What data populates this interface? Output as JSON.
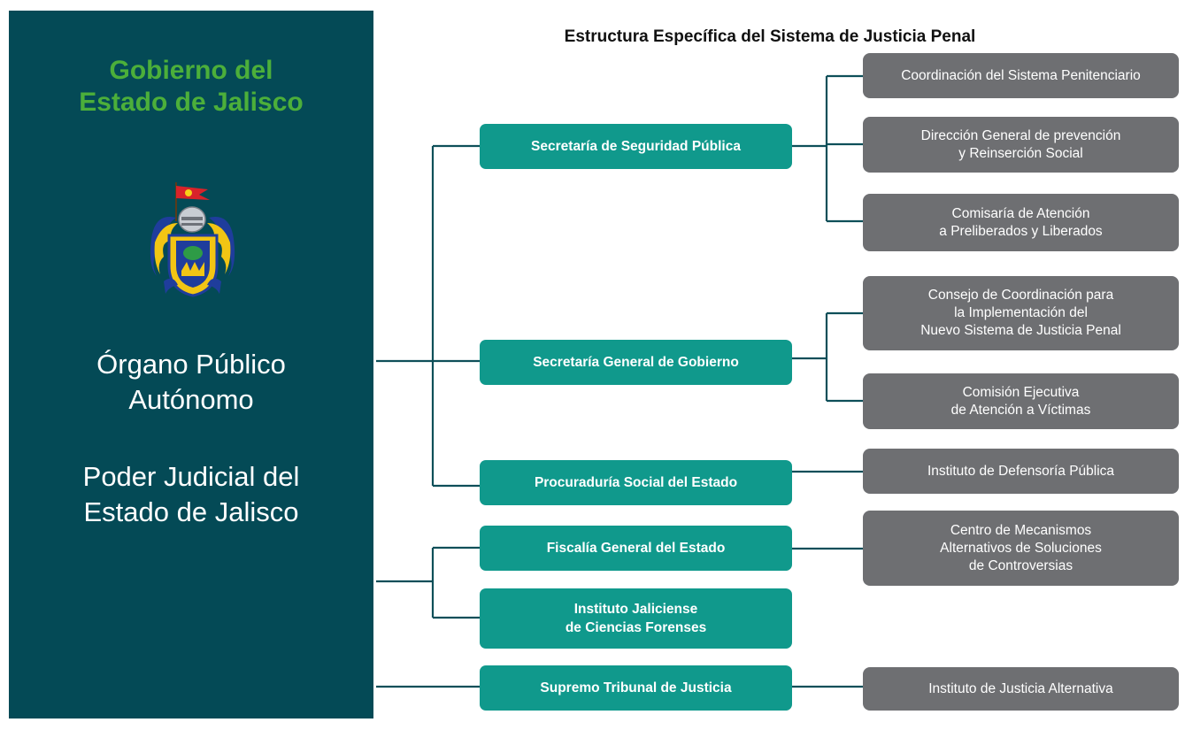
{
  "colors": {
    "panel": "#044a56",
    "govTitle": "#4caf3a",
    "dept": "#10998c",
    "unit": "#6e6f72",
    "line": "#0e4f59"
  },
  "left_panel": {
    "gov_title": [
      "Gobierno del",
      "Estado de Jalisco"
    ],
    "organo": [
      "Órgano Público",
      "Autónomo"
    ],
    "poder": [
      "Poder Judicial del",
      "Estado de Jalisco"
    ],
    "emblem_icon": "jalisco-coat-of-arms-icon"
  },
  "title": "Estructura Específica del Sistema de Justicia Penal",
  "departments": [
    {
      "name": "dept-secretaria-seguridad",
      "lines": [
        "Secretaría de Seguridad Pública"
      ]
    },
    {
      "name": "dept-secretaria-gobierno",
      "lines": [
        "Secretaría General de Gobierno"
      ]
    },
    {
      "name": "dept-procuraduria-social",
      "lines": [
        "Procuraduría Social del Estado"
      ]
    },
    {
      "name": "dept-fiscalia-general",
      "lines": [
        "Fiscalía General del Estado"
      ]
    },
    {
      "name": "dept-instituto-forenses",
      "lines": [
        "Instituto Jaliciense",
        "de Ciencias Forenses"
      ]
    },
    {
      "name": "dept-supremo-tribunal",
      "lines": [
        "Supremo Tribunal de Justicia"
      ]
    }
  ],
  "units": [
    {
      "name": "unit-coordinacion-penitenciario",
      "lines": [
        "Coordinación del Sistema Penitenciario"
      ]
    },
    {
      "name": "unit-direccion-reinsercion",
      "lines": [
        "Dirección General de prevención",
        "y Reinserción Social"
      ]
    },
    {
      "name": "unit-comisaria-preliberados",
      "lines": [
        "Comisaría de Atención",
        "a Preliberados y Liberados"
      ]
    },
    {
      "name": "unit-consejo-coordinacion",
      "lines": [
        "Consejo de Coordinación para",
        "la Implementación del",
        "Nuevo Sistema de Justicia Penal"
      ]
    },
    {
      "name": "unit-comision-victimas",
      "lines": [
        "Comisión Ejecutiva",
        "de Atención a Víctimas"
      ]
    },
    {
      "name": "unit-defensoria-publica",
      "lines": [
        "Instituto de Defensoría Pública"
      ]
    },
    {
      "name": "unit-centro-mecanismos",
      "lines": [
        "Centro de Mecanismos",
        "Alternativos de Soluciones",
        "de Controversias"
      ]
    },
    {
      "name": "unit-justicia-alternativa",
      "lines": [
        "Instituto de Justicia Alternativa"
      ]
    }
  ]
}
